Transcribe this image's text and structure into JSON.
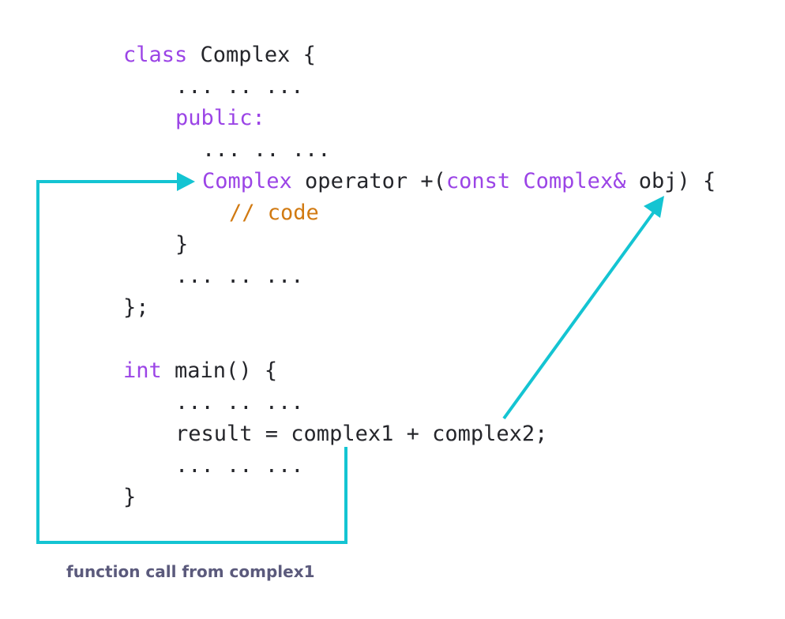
{
  "colors": {
    "keyword": "#9b44e6",
    "text": "#25262b",
    "comment": "#d17a12",
    "arrow": "#14c4d2",
    "caption": "#5b5a7c",
    "background": "#ffffff"
  },
  "code_lines": [
    {
      "indent": 0,
      "tokens": [
        {
          "t": "class",
          "k": "keyword"
        },
        {
          "t": " Complex {",
          "k": "text"
        }
      ]
    },
    {
      "indent": 1,
      "tokens": [
        {
          "t": "... .. ...",
          "k": "text"
        }
      ]
    },
    {
      "indent": 1,
      "tokens": [
        {
          "t": "public:",
          "k": "keyword"
        }
      ]
    },
    {
      "indent": 2,
      "tokens": [
        {
          "t": "... .. ...",
          "k": "text"
        }
      ]
    },
    {
      "indent": 2,
      "tokens": [
        {
          "t": "Complex",
          "k": "keyword"
        },
        {
          "t": " operator +(",
          "k": "text"
        },
        {
          "t": "const Complex&",
          "k": "keyword"
        },
        {
          "t": " obj) {",
          "k": "text"
        }
      ]
    },
    {
      "indent": 3,
      "tokens": [
        {
          "t": "// code",
          "k": "comment"
        }
      ]
    },
    {
      "indent": 1,
      "tokens": [
        {
          "t": "}",
          "k": "text"
        }
      ]
    },
    {
      "indent": 1,
      "tokens": [
        {
          "t": "... .. ...",
          "k": "text"
        }
      ]
    },
    {
      "indent": 0,
      "tokens": [
        {
          "t": "};",
          "k": "text"
        }
      ]
    },
    {
      "indent": 0,
      "tokens": []
    },
    {
      "indent": 0,
      "tokens": [
        {
          "t": "int",
          "k": "keyword"
        },
        {
          "t": " main() {",
          "k": "text"
        }
      ]
    },
    {
      "indent": 1,
      "tokens": [
        {
          "t": "... .. ...",
          "k": "text"
        }
      ]
    },
    {
      "indent": 1,
      "tokens": [
        {
          "t": "result = complex1 + complex2;",
          "k": "text"
        }
      ]
    },
    {
      "indent": 1,
      "tokens": [
        {
          "t": "... .. ...",
          "k": "text"
        }
      ]
    },
    {
      "indent": 0,
      "tokens": [
        {
          "t": "}",
          "k": "text"
        }
      ]
    }
  ],
  "caption": "function call from complex1"
}
